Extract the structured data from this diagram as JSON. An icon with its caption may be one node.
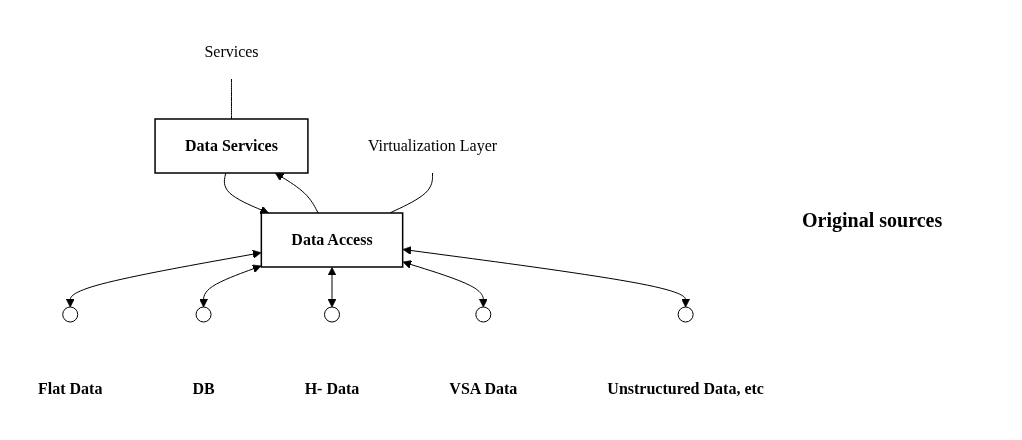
{
  "diagram": {
    "nodes": [
      {
        "text": [
          "Data Services"
        ]
      },
      {
        "text": [
          "Services"
        ]
      },
      {
        "text": [
          "Data Access"
        ]
      },
      {
        "text": [
          "Virtualization Layer"
        ]
      },
      {
        "text": [],
        "shape": "circle",
        "beside": [
          "Flat Data"
        ]
      },
      {
        "text": [],
        "shape": "circle",
        "beside": [
          "DB"
        ]
      },
      {
        "text": [],
        "shape": "circle",
        "beside": [
          "H- Data"
        ]
      },
      {
        "text": [],
        "shape": "circle",
        "beside": [
          "VSA Data"
        ]
      },
      {
        "text": [],
        "shape": "circle",
        "beside": [
          "Unstructured Data, etc"
        ]
      }
    ],
    "edges": [
      {
        "from": 0,
        "to": 2,
        "arrow": "to"
      },
      {
        "from": 2,
        "to": 0,
        "arrow": "to"
      },
      {
        "from": 1,
        "to": 0,
        "arrow": "none"
      },
      {
        "from": 3,
        "to": 2,
        "arrow": "none"
      },
      {
        "from": 2,
        "to": 4,
        "arrow": "both"
      },
      {
        "from": 2,
        "to": 5,
        "arrow": "both"
      },
      {
        "from": 2,
        "to": 6,
        "arrow": "both"
      },
      {
        "from": 2,
        "to": 7,
        "arrow": "both"
      },
      {
        "from": 2,
        "to": 8,
        "arrow": "both"
      }
    ],
    "labels": [
      "Original sources"
    ]
  }
}
